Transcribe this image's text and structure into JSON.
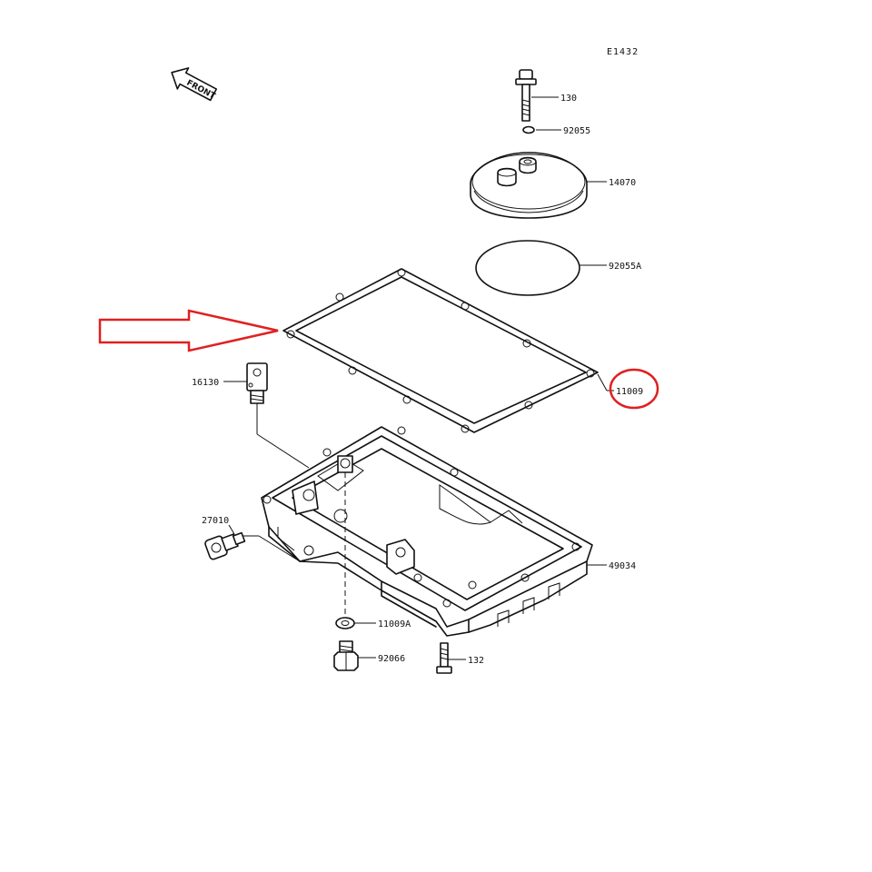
{
  "diagram_ref": "E1432",
  "front_indicator": "FRONT",
  "parts": [
    {
      "id": "bolt",
      "number": "130"
    },
    {
      "id": "o-ring",
      "number": "92055"
    },
    {
      "id": "filter-cover",
      "number": "14070"
    },
    {
      "id": "cover-o-ring",
      "number": "92055A"
    },
    {
      "id": "gasket",
      "number": "11009",
      "highlighted": true
    },
    {
      "id": "pressure-switch",
      "number": "16130"
    },
    {
      "id": "temperature-switch",
      "number": "27010"
    },
    {
      "id": "oil-pan",
      "number": "49034"
    },
    {
      "id": "drain-washer",
      "number": "11009A"
    },
    {
      "id": "drain-plug",
      "number": "92066"
    },
    {
      "id": "pan-bolt",
      "number": "132"
    }
  ],
  "colors": {
    "line": "#111111",
    "highlight": "#e02020"
  }
}
